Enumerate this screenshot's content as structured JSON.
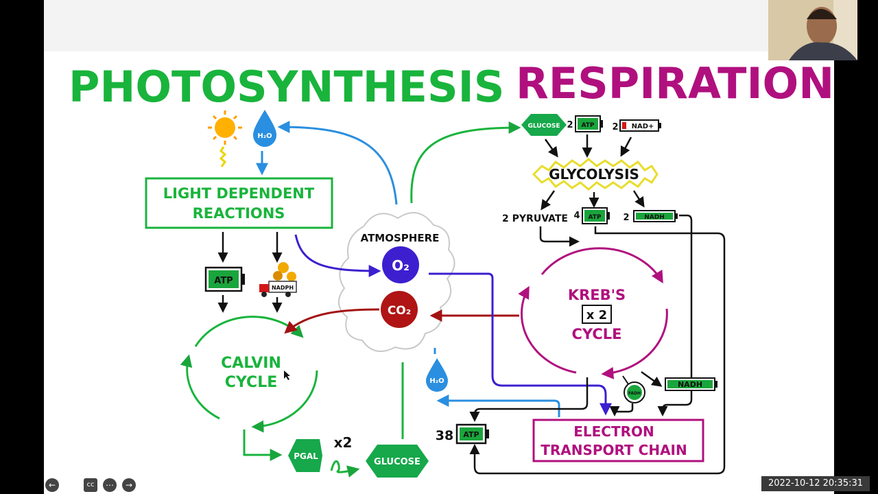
{
  "titles": {
    "left": "PHOTOSYNTHESIS",
    "right": "RESPIRATION"
  },
  "photosynthesis": {
    "light_reactions_line1": "LIGHT DEPENDENT",
    "light_reactions_line2": "REACTIONS",
    "calvin_line1": "CALVIN",
    "calvin_line2": "CYCLE",
    "atp": "ATP",
    "nadph": "NADPH",
    "pgal": "PGAL",
    "multiplier": "x2",
    "glucose": "GLUCOSE"
  },
  "atmosphere": {
    "label": "ATMOSPHERE",
    "o2": "O₂",
    "co2": "CO₂",
    "h2o": "H₂O"
  },
  "respiration": {
    "glucose": "GLUCOSE",
    "in_atp_count": "2",
    "atp": "ATP",
    "in_nad_count": "2",
    "nad": "NAD+",
    "glycolysis": "GLYCOLYSIS",
    "pyruvate": "2 PYRUVATE",
    "out_atp_count": "4",
    "out_nadh_count": "2",
    "nadh": "NADH",
    "krebs_line1": "KREB'S",
    "krebs_mult": "x 2",
    "krebs_line2": "CYCLE",
    "fadh": "FADH",
    "etc_line1": "ELECTRON",
    "etc_line2": "TRANSPORT CHAIN",
    "final_atp_count": "38"
  },
  "overlay": {
    "timestamp": "2022-10-12 20:35:31"
  },
  "colors": {
    "photo_green": "#19b43c",
    "resp_magenta": "#b0107e",
    "water_blue": "#2a8fe0",
    "o2_blue": "#3d1fd0",
    "co2_red": "#b01414",
    "glucose_green": "#16a84a"
  }
}
